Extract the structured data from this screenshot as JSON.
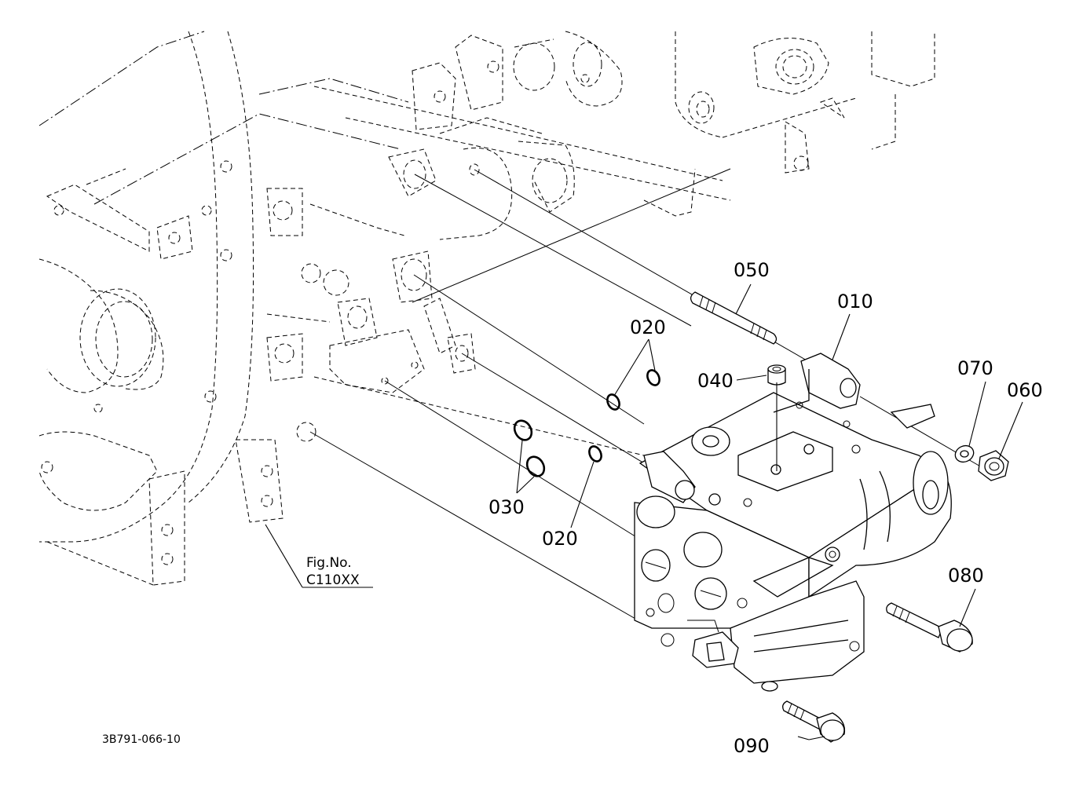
{
  "diagram": {
    "drawing_code": "3B791-066-10",
    "figure_ref": {
      "label": "Fig.No.",
      "number": "C110XX"
    },
    "callouts": [
      {
        "id": "050",
        "label": "050"
      },
      {
        "id": "010",
        "label": "010"
      },
      {
        "id": "020a",
        "label": "020"
      },
      {
        "id": "040",
        "label": "040"
      },
      {
        "id": "070",
        "label": "070"
      },
      {
        "id": "060",
        "label": "060"
      },
      {
        "id": "030",
        "label": "030"
      },
      {
        "id": "020b",
        "label": "020"
      },
      {
        "id": "080",
        "label": "080"
      },
      {
        "id": "090",
        "label": "090"
      }
    ]
  }
}
